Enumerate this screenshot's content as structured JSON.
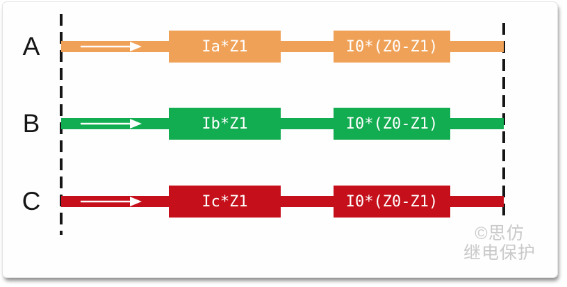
{
  "diagram": {
    "title_hint": "three-phase compensated impedance diagram",
    "phases": [
      {
        "label": "A",
        "color": "#F0A158",
        "box1": "Ia*Z1",
        "box2": "I0*(Z0-Z1)"
      },
      {
        "label": "B",
        "color": "#12AC51",
        "box1": "Ib*Z1",
        "box2": "I0*(Z0-Z1)"
      },
      {
        "label": "C",
        "color": "#C5101B",
        "box1": "Ic*Z1",
        "box2": "I0*(Z0-Z1)"
      }
    ],
    "icons": {
      "flow_arrow": "rightward-flow-arrow"
    },
    "colors": {
      "box_text": "#FFFFFF",
      "phase_label": "#151515",
      "dashed_bus_line": "#161616",
      "card_background": "#FFFEFF",
      "watermark": "#C9C9C9"
    }
  },
  "watermark": {
    "line1": "©思仿",
    "line2": "继电保护"
  }
}
